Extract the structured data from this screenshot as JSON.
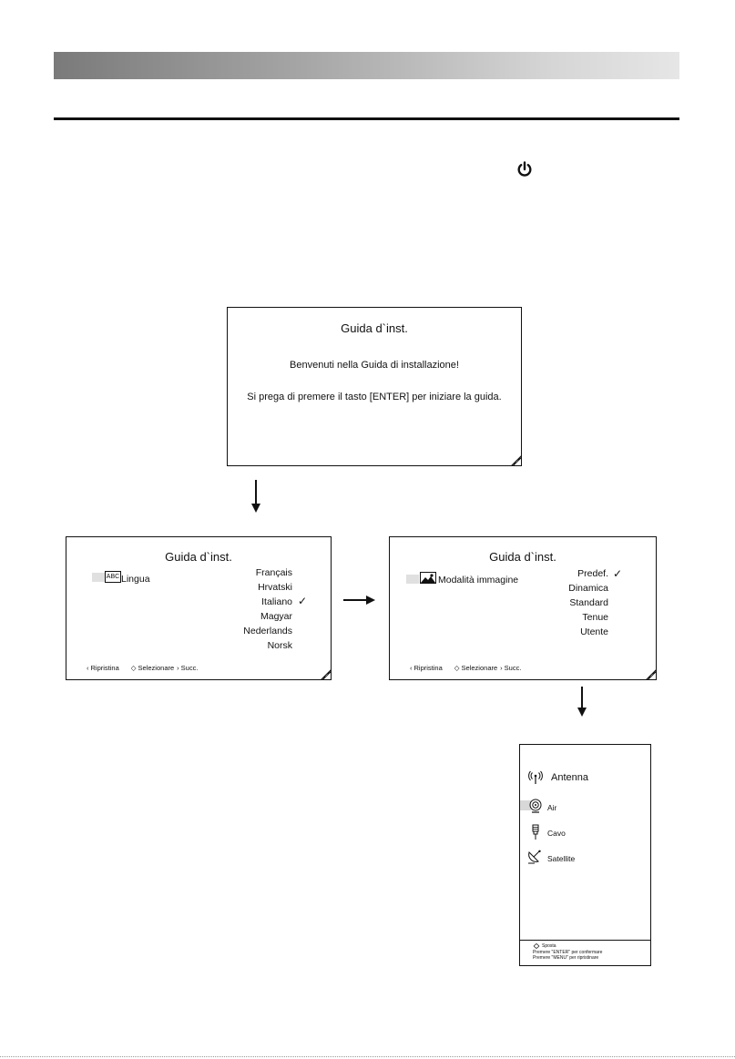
{
  "welcome_screen": {
    "title": "Guida d`inst.",
    "line1": "Benvenuti nella Guida di installazione!",
    "line2": "Si prega di premere il tasto [ENTER] per iniziare la guida."
  },
  "language_screen": {
    "title": "Guida d`inst.",
    "label": "Lingua",
    "icon_text": "ABC",
    "options": [
      "Français",
      "Hrvatski",
      "Italiano",
      "Magyar",
      "Nederlands",
      "Norsk"
    ],
    "selected": "Italiano",
    "footer": {
      "back": "Ripristina",
      "select": "Selezionare",
      "next": "Succ."
    }
  },
  "picture_screen": {
    "title": "Guida d`inst.",
    "label": "Modalità immagine",
    "options": [
      "Predef.",
      "Dinamica",
      "Standard",
      "Tenue",
      "Utente"
    ],
    "selected": "Predef.",
    "footer": {
      "back": "Ripristina",
      "select": "Selezionare",
      "next": "Succ."
    }
  },
  "antenna_screen": {
    "title": "Antenna",
    "items": [
      "Air",
      "Cavo",
      "Satellite"
    ],
    "selected": "Air",
    "help": {
      "move": "Sposta",
      "confirm": "Premere \"ENTER\" per confermare",
      "restart": "Premere \"MENU\" per ripristinare"
    }
  },
  "colors": {
    "header_dark": "#7a7a7a",
    "header_light": "#e6e6e6",
    "ink": "#111111"
  }
}
